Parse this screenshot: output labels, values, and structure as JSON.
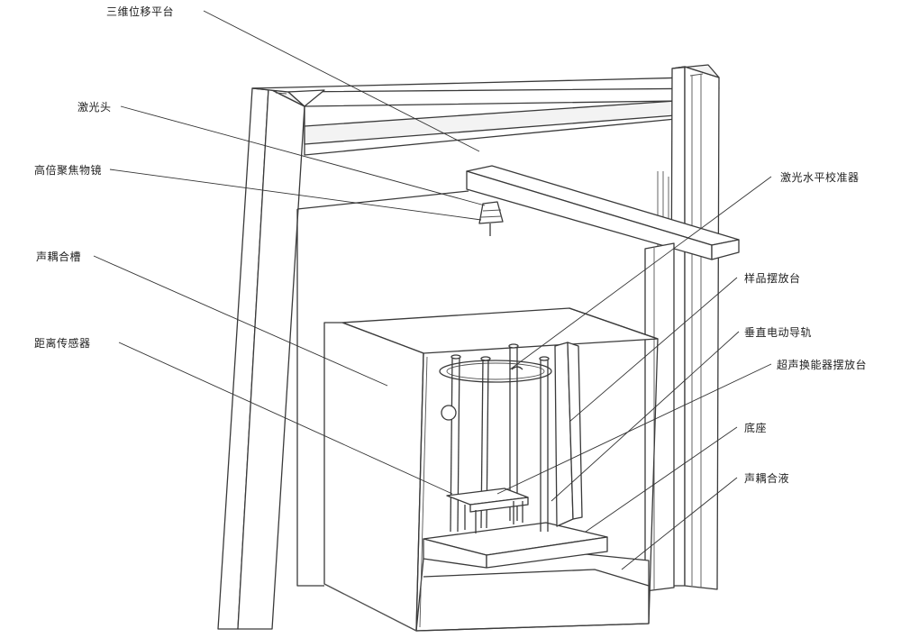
{
  "labels": {
    "platform_3d": "三维位移平台",
    "laser_head": "激光头",
    "objective": "高倍聚焦物镜",
    "tank": "声耦合槽",
    "distance_sensor": "距离传感器",
    "laser_leveler": "激光水平校准器",
    "sample_stage": "样品摆放台",
    "vertical_rail": "垂直电动导轨",
    "transducer_stage": "超声换能器摆放台",
    "base": "底座",
    "coupling_liquid": "声耦合液"
  }
}
